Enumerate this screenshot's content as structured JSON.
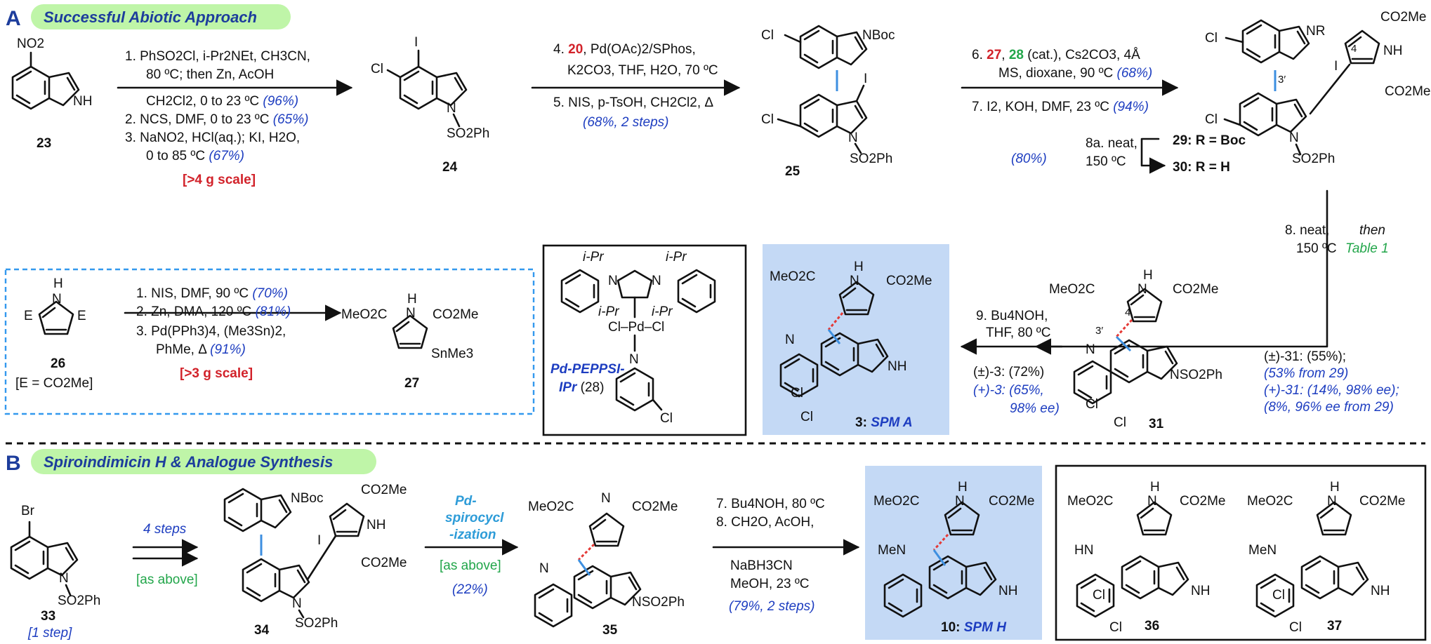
{
  "panelA": {
    "letter": "A",
    "title": "Successful Abiotic Approach",
    "compounds": {
      "c23": "23",
      "c24": "24",
      "c25": "25",
      "c26": "26",
      "c27": "27",
      "c28_name": "Pd-PEPPSI-",
      "c28_name2": "IPr",
      "c28_num": "(28)",
      "c29": "29: R = Boc",
      "c30": "30: R = H",
      "c31": "31",
      "c3": "3: ",
      "c3_name": "SPM A",
      "e_def": "[E = CO2Me]"
    },
    "step1": {
      "l1": "1. PhSO2Cl, i-Pr2NEt, CH3CN,",
      "l2": "80 ºC; then Zn, AcOH",
      "l3": "CH2Cl2, 0 to 23 ºC",
      "y3": "(96%)",
      "l4": "2. NCS, DMF, 0 to 23 ºC",
      "y4": "(65%)",
      "l5": "3. NaNO2, HCl(aq.); KI, H2O,",
      "l6": "0 to 85 ºC",
      "y6": "(67%)",
      "scale": "[>4 g scale]"
    },
    "step4": {
      "l1a": "4. ",
      "l1b": "20",
      "l1c": ", Pd(OAc)2/SPhos,",
      "l2": "K2CO3, THF, H2O, 70 ºC",
      "l3": "5. NIS, p-TsOH, CH2Cl2, Δ",
      "y": "(68%, 2 steps)"
    },
    "step6": {
      "l1a": "6. ",
      "l1b": "27",
      "l1c": ", ",
      "l1d": "28",
      "l1e": " (cat.), Cs2CO3, 4Å",
      "l2": "MS, dioxane, 90 ºC",
      "y2": "(68%)",
      "l3": "7. I2, KOH, DMF, 23 ºC",
      "y3": "(94%)",
      "l4a": "8a. neat,",
      "l4b": "150 ºC",
      "y4": "(80%)"
    },
    "step8": {
      "l1": "8. neat,",
      "l2": "150 ºC",
      "then": "then",
      "table": "Table 1"
    },
    "yield31": {
      "l1": "(±)-31: (55%);",
      "l2": "(53% from 29)",
      "l3": "(+)-31: (14%, 98% ee);",
      "l4": "(8%, 96% ee from 29)"
    },
    "step9": {
      "l1": "9. Bu4NOH,",
      "l2": "THF, 80 ºC",
      "y1": "(±)-3: (72%)",
      "y2": "(+)-3: (65%,",
      "y3": "98% ee)"
    },
    "step26": {
      "l1": "1. NIS, DMF, 90 ºC",
      "y1": "(70%)",
      "l2": "2. Zn, DMA, 120 ºC",
      "y2": "(81%)",
      "l3": "3. Pd(PPh3)4, (Me3Sn)2,",
      "l4": "PhMe, Δ",
      "y4": "(91%)",
      "scale": "[>3 g scale]"
    }
  },
  "panelB": {
    "letter": "B",
    "title": "Spiroindimicin H & Analogue Synthesis",
    "compounds": {
      "c33": "33",
      "c33_note": "[1 step]",
      "c34": "34",
      "c35": "35",
      "c10": "10: ",
      "c10_name": "SPM H",
      "c36": "36",
      "c37": "37"
    },
    "arrow1": {
      "top": "4 steps",
      "bottom": "[as above]"
    },
    "arrow2": {
      "t1": "Pd-",
      "t2": "spirocycl",
      "t3": "-ization",
      "bottom": "[as above]",
      "y": "(22%)"
    },
    "arrow3": {
      "l1": "7. Bu4NOH, 80 ºC",
      "l2": "8. CH2O, AcOH,",
      "l3": "NaBH3CN",
      "l4": "MeOH, 23 ºC",
      "y": "(79%, 2 steps)"
    }
  },
  "atoms": {
    "NO2": "NO2",
    "NH": "NH",
    "N": "N",
    "H": "H",
    "I": "I",
    "Cl": "Cl",
    "Br": "Br",
    "NBoc": "NBoc",
    "NR": "NR",
    "SO2Ph": "SO2Ph",
    "NSO2Ph": "NSO2Ph",
    "CO2Me": "CO2Me",
    "MeO2C": "MeO2C",
    "SnMe3": "SnMe3",
    "E": "E",
    "iPr": "i-Pr",
    "Pd": "Cl–Pd–Cl",
    "MeN": "MeN",
    "HN": "HN",
    "n4": "4",
    "n3p": "3′"
  },
  "colors": {
    "panel_header_bg": "#bff5a8",
    "highlight": "#c4d9f5",
    "yield_blue": "#1d3dc0",
    "scale_red": "#d2222a",
    "ref_green": "#22a64a",
    "box_dash": "#3399ee"
  }
}
